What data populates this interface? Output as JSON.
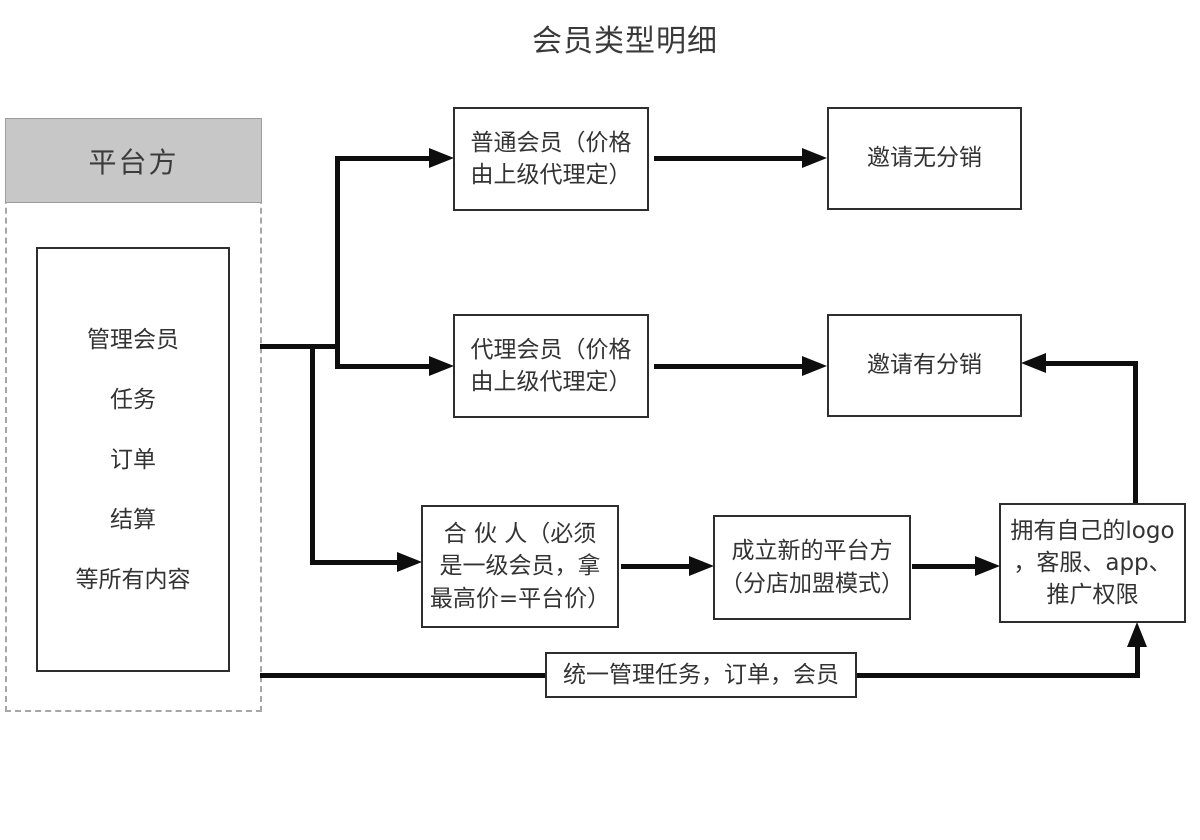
{
  "title": "会员类型明细",
  "platform": {
    "header": "平台方",
    "items": [
      "管理会员",
      "任务",
      "订单",
      "结算",
      "等所有内容"
    ]
  },
  "nodes": {
    "ordinary": [
      "普通会员（价格",
      "由上级代理定）"
    ],
    "invite_no": "邀请无分销",
    "agent": [
      "代理会员（价格",
      "由上级代理定）"
    ],
    "invite_yes": "邀请有分销",
    "partner": [
      "合 伙 人（必须",
      "是一级会员，拿",
      "最高价=平台价）"
    ],
    "new_platform": [
      "成立新的平台方",
      "（分店加盟模式）"
    ],
    "own_brand": [
      "拥有自己的logo",
      "，客服、app、",
      "推广权限"
    ]
  },
  "edge_label": "统一管理任务，订单，会员",
  "colors": {
    "line": "#0e0e0e",
    "box_border": "#2e2e2e",
    "header_fill": "#c7c7c7",
    "dashed_border": "#a6a6a6",
    "text": "#333333"
  }
}
